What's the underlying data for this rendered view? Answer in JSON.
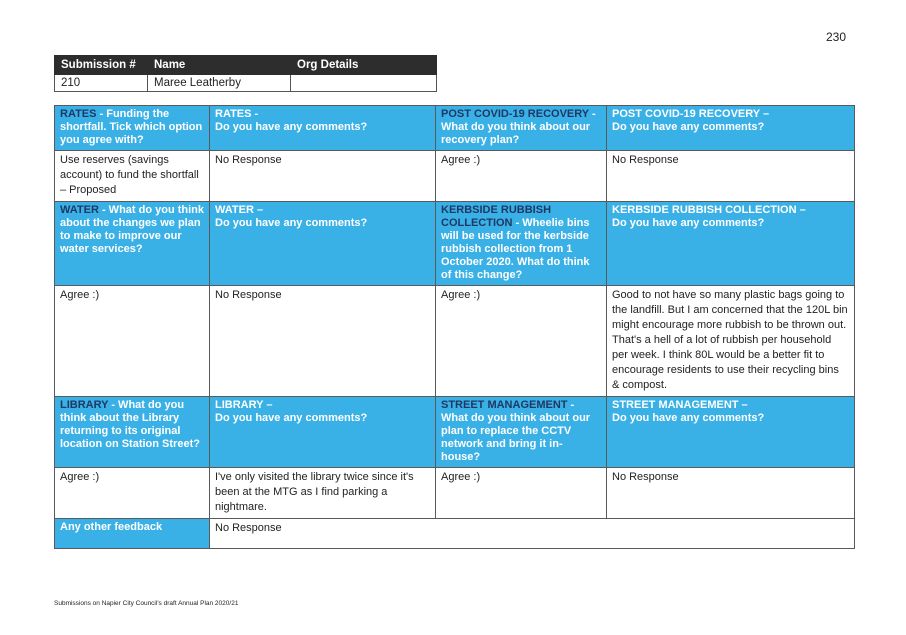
{
  "page_number": "230",
  "submission": {
    "headers": [
      "Submission #",
      "Name",
      "Org Details"
    ],
    "values": [
      "210",
      "Maree Leatherby",
      ""
    ]
  },
  "sections": {
    "rates": {
      "q1_lead": "RATES",
      "q1_text": " - Funding the shortfall. Tick which option you agree with?",
      "q2_lead": "RATES -",
      "q2_text": "Do you have any comments?",
      "a1": "Use reserves (savings account) to fund the shortfall – Proposed",
      "a2": "No Response"
    },
    "covid": {
      "q1_lead": "POST COVID-19 RECOVERY",
      "q1_text": " - What do you think about our recovery plan?",
      "q2_lead": "POST COVID-19 RECOVERY –",
      "q2_text": "Do you have any comments?",
      "a1": "Agree :)",
      "a2": "No Response"
    },
    "water": {
      "q1_lead": "WATER",
      "q1_text": " - What do you think about the changes we plan to make to improve our water services?",
      "q2_lead": "WATER –",
      "q2_text": "Do you have any comments?",
      "a1": "Agree :)",
      "a2": "No Response"
    },
    "kerbside": {
      "q1_lead": "KERBSIDE RUBBISH COLLECTION",
      "q1_text": " - Wheelie bins will be used for the kerbside rubbish collection from 1 October 2020. What do think of this change?",
      "q2_lead": "KERBSIDE RUBBISH COLLECTION –",
      "q2_text": "Do you have any comments?",
      "a1": "Agree :)",
      "a2": "Good to not have so many plastic bags going to the landfill.  But I am concerned that the 120L bin might encourage more rubbish to be thrown out.  That's a hell of a lot of rubbish per household per week.  I think 80L would be a better fit to encourage residents to use their recycling bins & compost."
    },
    "library": {
      "q1_lead": "LIBRARY",
      "q1_text": " - What do you think about the Library returning to its original location on Station Street?",
      "q2_lead": "LIBRARY –",
      "q2_text": "Do you have any comments?",
      "a1": "Agree :)",
      "a2": "I've only visited the library twice since it's been at the MTG as I find parking a nightmare."
    },
    "street": {
      "q1_lead": "STREET MANAGEMENT",
      "q1_text": " - What do you think about our plan to replace the CCTV network and bring it in-house?",
      "q2_lead": "STREET MANAGEMENT –",
      "q2_text": "Do you have any comments?",
      "a1": "Agree :)",
      "a2": "No Response"
    },
    "other": {
      "label": "Any other feedback",
      "answer": "No Response"
    }
  },
  "footer": "Submissions on Napier City Council's draft Annual Plan 2020/21",
  "colors": {
    "header_blue": "#3ab1e6",
    "header_dark": "#2d2d2d",
    "lead_navy": "#1f3864"
  }
}
